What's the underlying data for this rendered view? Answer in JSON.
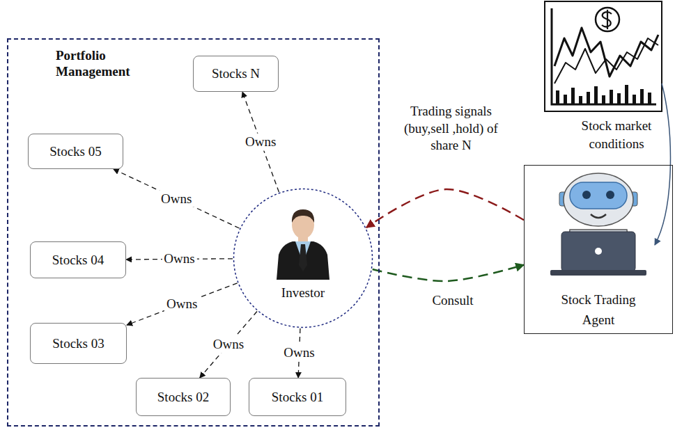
{
  "diagram": {
    "nodes": [
      {
        "text": [
          "Portfolio Management"
        ]
      },
      {
        "text": [
          "Stocks N"
        ],
        "in": 0
      },
      {
        "text": [
          "Stocks 05"
        ],
        "in": 0
      },
      {
        "text": [
          "Stocks 04"
        ],
        "in": 0
      },
      {
        "text": [
          "Stocks 03"
        ],
        "in": 0
      },
      {
        "text": [
          "Stocks 02"
        ],
        "in": 0
      },
      {
        "text": [
          "Stocks 01"
        ],
        "in": 0
      },
      {
        "text": [
          "Investor"
        ],
        "in": 0
      },
      {
        "text": [
          "Stock Trading Agent"
        ]
      }
    ],
    "edges": [
      {
        "from": 7,
        "to": 1,
        "arrow": "to",
        "label": "Owns"
      },
      {
        "from": 7,
        "to": 2,
        "arrow": "to",
        "label": "Owns"
      },
      {
        "from": 7,
        "to": 3,
        "arrow": "to",
        "label": "Owns"
      },
      {
        "from": 7,
        "to": 4,
        "arrow": "to",
        "label": "Owns"
      },
      {
        "from": 7,
        "to": 5,
        "arrow": "to",
        "label": "Owns"
      },
      {
        "from": 7,
        "to": 6,
        "arrow": "to",
        "label": "Owns"
      },
      {
        "from": 8,
        "to": 7,
        "arrow": "to",
        "label": "Trading signals (buy,sell ,hold) of share N"
      },
      {
        "from": 7,
        "to": 8,
        "arrow": "to",
        "label": "Consult"
      }
    ],
    "labels": [
      "Stock market conditions"
    ]
  }
}
